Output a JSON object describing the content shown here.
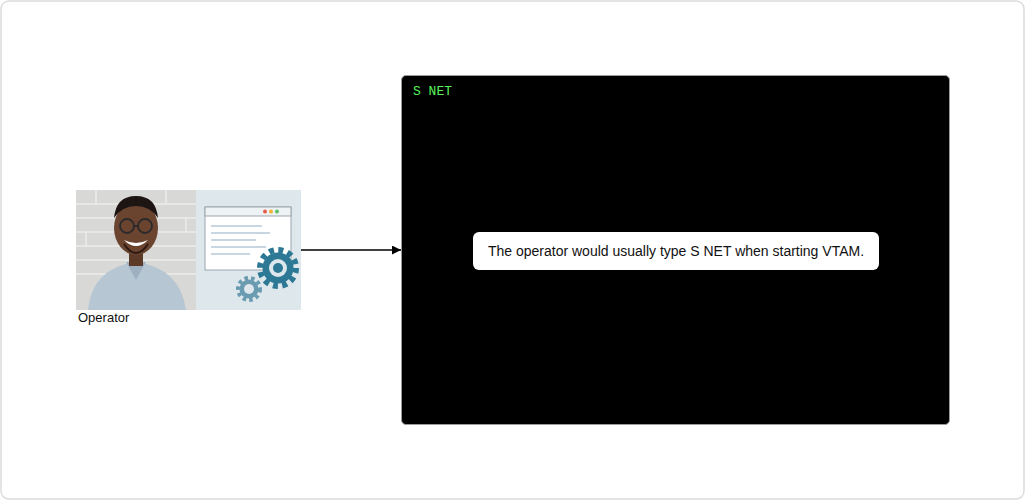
{
  "diagram": {
    "nodes": [
      {
        "text": [
          "Operator"
        ]
      },
      {
        "text": [
          "S NET"
        ]
      },
      {
        "text": [
          "The operator would usually type S NET when starting VTAM."
        ],
        "in": 1
      }
    ],
    "edges": [
      {
        "from": 0,
        "to": 1,
        "arrow": "to"
      }
    ]
  }
}
